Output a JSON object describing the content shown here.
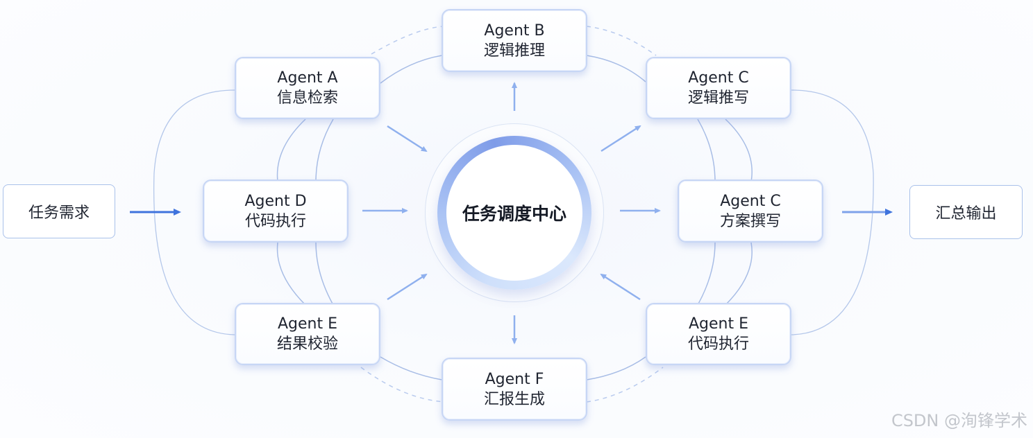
{
  "input": {
    "label": "任务需求"
  },
  "output": {
    "label": "汇总输出"
  },
  "hub": {
    "label": "任务调度中心"
  },
  "agents": [
    {
      "id": "a",
      "name": "Agent A",
      "role": "信息检索"
    },
    {
      "id": "b",
      "name": "Agent B",
      "role": "逻辑推理"
    },
    {
      "id": "c_top",
      "name": "Agent C",
      "role": "逻辑推写"
    },
    {
      "id": "d",
      "name": "Agent D",
      "role": "代码执行"
    },
    {
      "id": "c_mid",
      "name": "Agent C",
      "role": "方案撰写"
    },
    {
      "id": "e_left",
      "name": "Agent E",
      "role": "结果校验"
    },
    {
      "id": "f",
      "name": "Agent F",
      "role": "汇报生成"
    },
    {
      "id": "e_right",
      "name": "Agent E",
      "role": "代码执行"
    }
  ],
  "watermark": "CSDN @洵锋学术",
  "colors": {
    "primary_arrow": "#3f73dd",
    "light_arrow": "#8fb0ee",
    "connector": "#a8bde6",
    "node_border": "#c7d6f5"
  }
}
